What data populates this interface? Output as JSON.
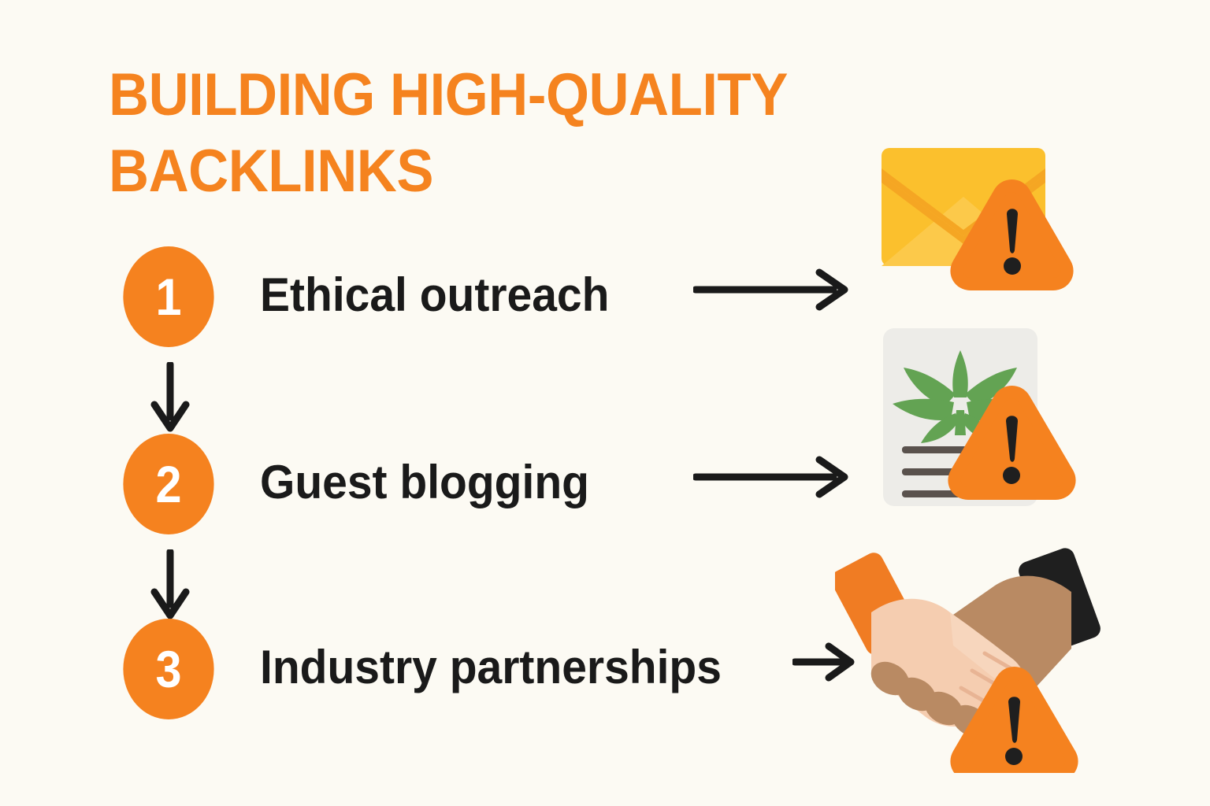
{
  "page": {
    "background_color": "#FCFAF3",
    "accent_color": "#F5821F",
    "title_color": "#F5831F",
    "text_color": "#1A1A1A"
  },
  "header": {
    "title": "BUILDING HIGH-QUALITY\nBACKLINKS"
  },
  "steps": [
    {
      "number": "1",
      "label": "Ethical outreach",
      "arrow": "right-arrow-icon",
      "illustration": "email-warning-icon"
    },
    {
      "number": "2",
      "label": "Guest blogging",
      "arrow": "right-arrow-icon",
      "illustration": "cannabis-document-warning-icon"
    },
    {
      "number": "3",
      "label": "Industry partnerships",
      "arrow": "right-arrow-icon",
      "illustration": "handshake-warning-icon"
    }
  ],
  "connectors": [
    {
      "icon": "down-arrow-icon"
    },
    {
      "icon": "down-arrow-icon"
    }
  ],
  "illustration_colors": {
    "envelope_body": "#FBC02D",
    "envelope_flap": "#F5A623",
    "envelope_lower": "#FCC434",
    "document_paper": "#EDECE8",
    "document_lines": "#5A524D",
    "leaf_green": "#63A353",
    "warning_triangle": "#F5821F",
    "warning_mark": "#1F1F1F",
    "sleeve_left": "#F07C23",
    "sleeve_right": "#1F1F1F",
    "hand_light": "#F5CDB0",
    "hand_dark": "#B98A63"
  }
}
